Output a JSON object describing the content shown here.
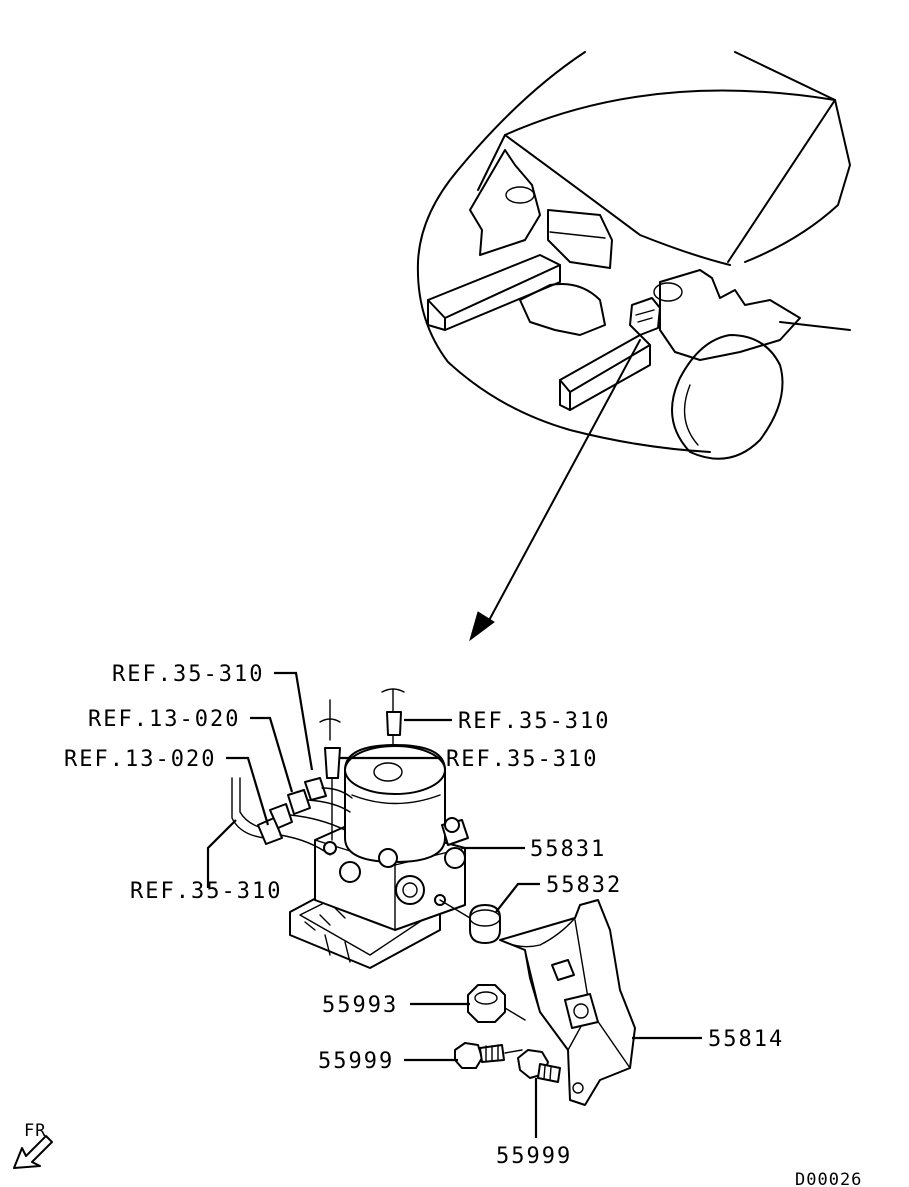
{
  "callouts": {
    "ref_35_310_a": "REF.35-310",
    "ref_13_020_a": "REF.13-020",
    "ref_13_020_b": "REF.13-020",
    "ref_35_310_b": "REF.35-310",
    "ref_35_310_c": "REF.35-310",
    "ref_35_310_d": "REF.35-310",
    "part_55831": "55831",
    "part_55832": "55832",
    "part_55993": "55993",
    "part_55814": "55814",
    "part_55999_a": "55999",
    "part_55999_b": "55999"
  },
  "orientation": {
    "label": "FR"
  },
  "diagram_code": "D00026"
}
